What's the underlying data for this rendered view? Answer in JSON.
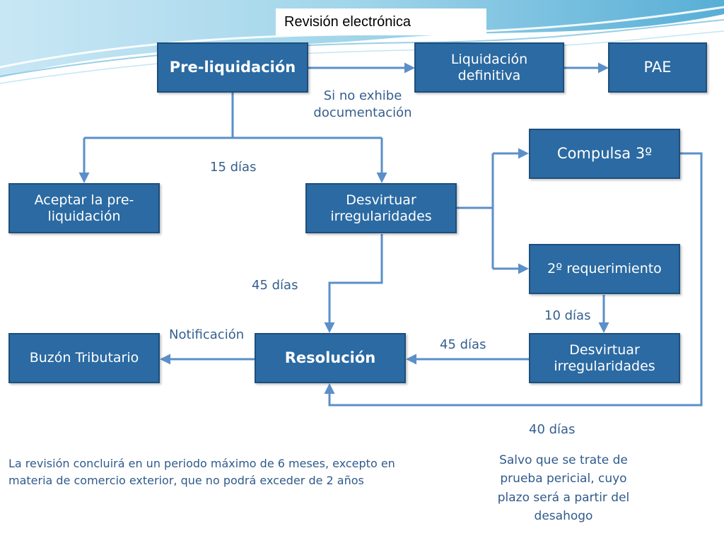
{
  "title": "Revisión electrónica",
  "nodes": {
    "preliquidacion": "Pre-liquidación",
    "liquidacion": "Liquidación definitiva",
    "pae": "PAE",
    "compulsa": "Compulsa 3º",
    "aceptar": "Aceptar la pre-liquidación",
    "desvirtuar1": "Desvirtuar irregularidades",
    "requerimiento": "2º requerimiento",
    "buzon": "Buzón Tributario",
    "resolucion": "Resolución",
    "desvirtuar2": "Desvirtuar irregularidades"
  },
  "labels": {
    "si_no_exhibe": "Si no exhibe\ndocumentación",
    "dias15": "15 días",
    "dias45a": "45 días",
    "notificacion": "Notificación",
    "dias45b": "45 días",
    "dias10": "10 días",
    "dias40": "40 días"
  },
  "notes": {
    "revision": "La revisión concluirá en un periodo máximo de 6 meses, excepto en materia de comercio exterior, que no podrá exceder de 2 años",
    "salvo": "Salvo que se trate de prueba pericial, cuyo plazo será a partir del desahogo"
  },
  "colors": {
    "box_fill": "#2b6aa2",
    "arrow": "#5b8fc9",
    "label_text": "#355f8e"
  }
}
